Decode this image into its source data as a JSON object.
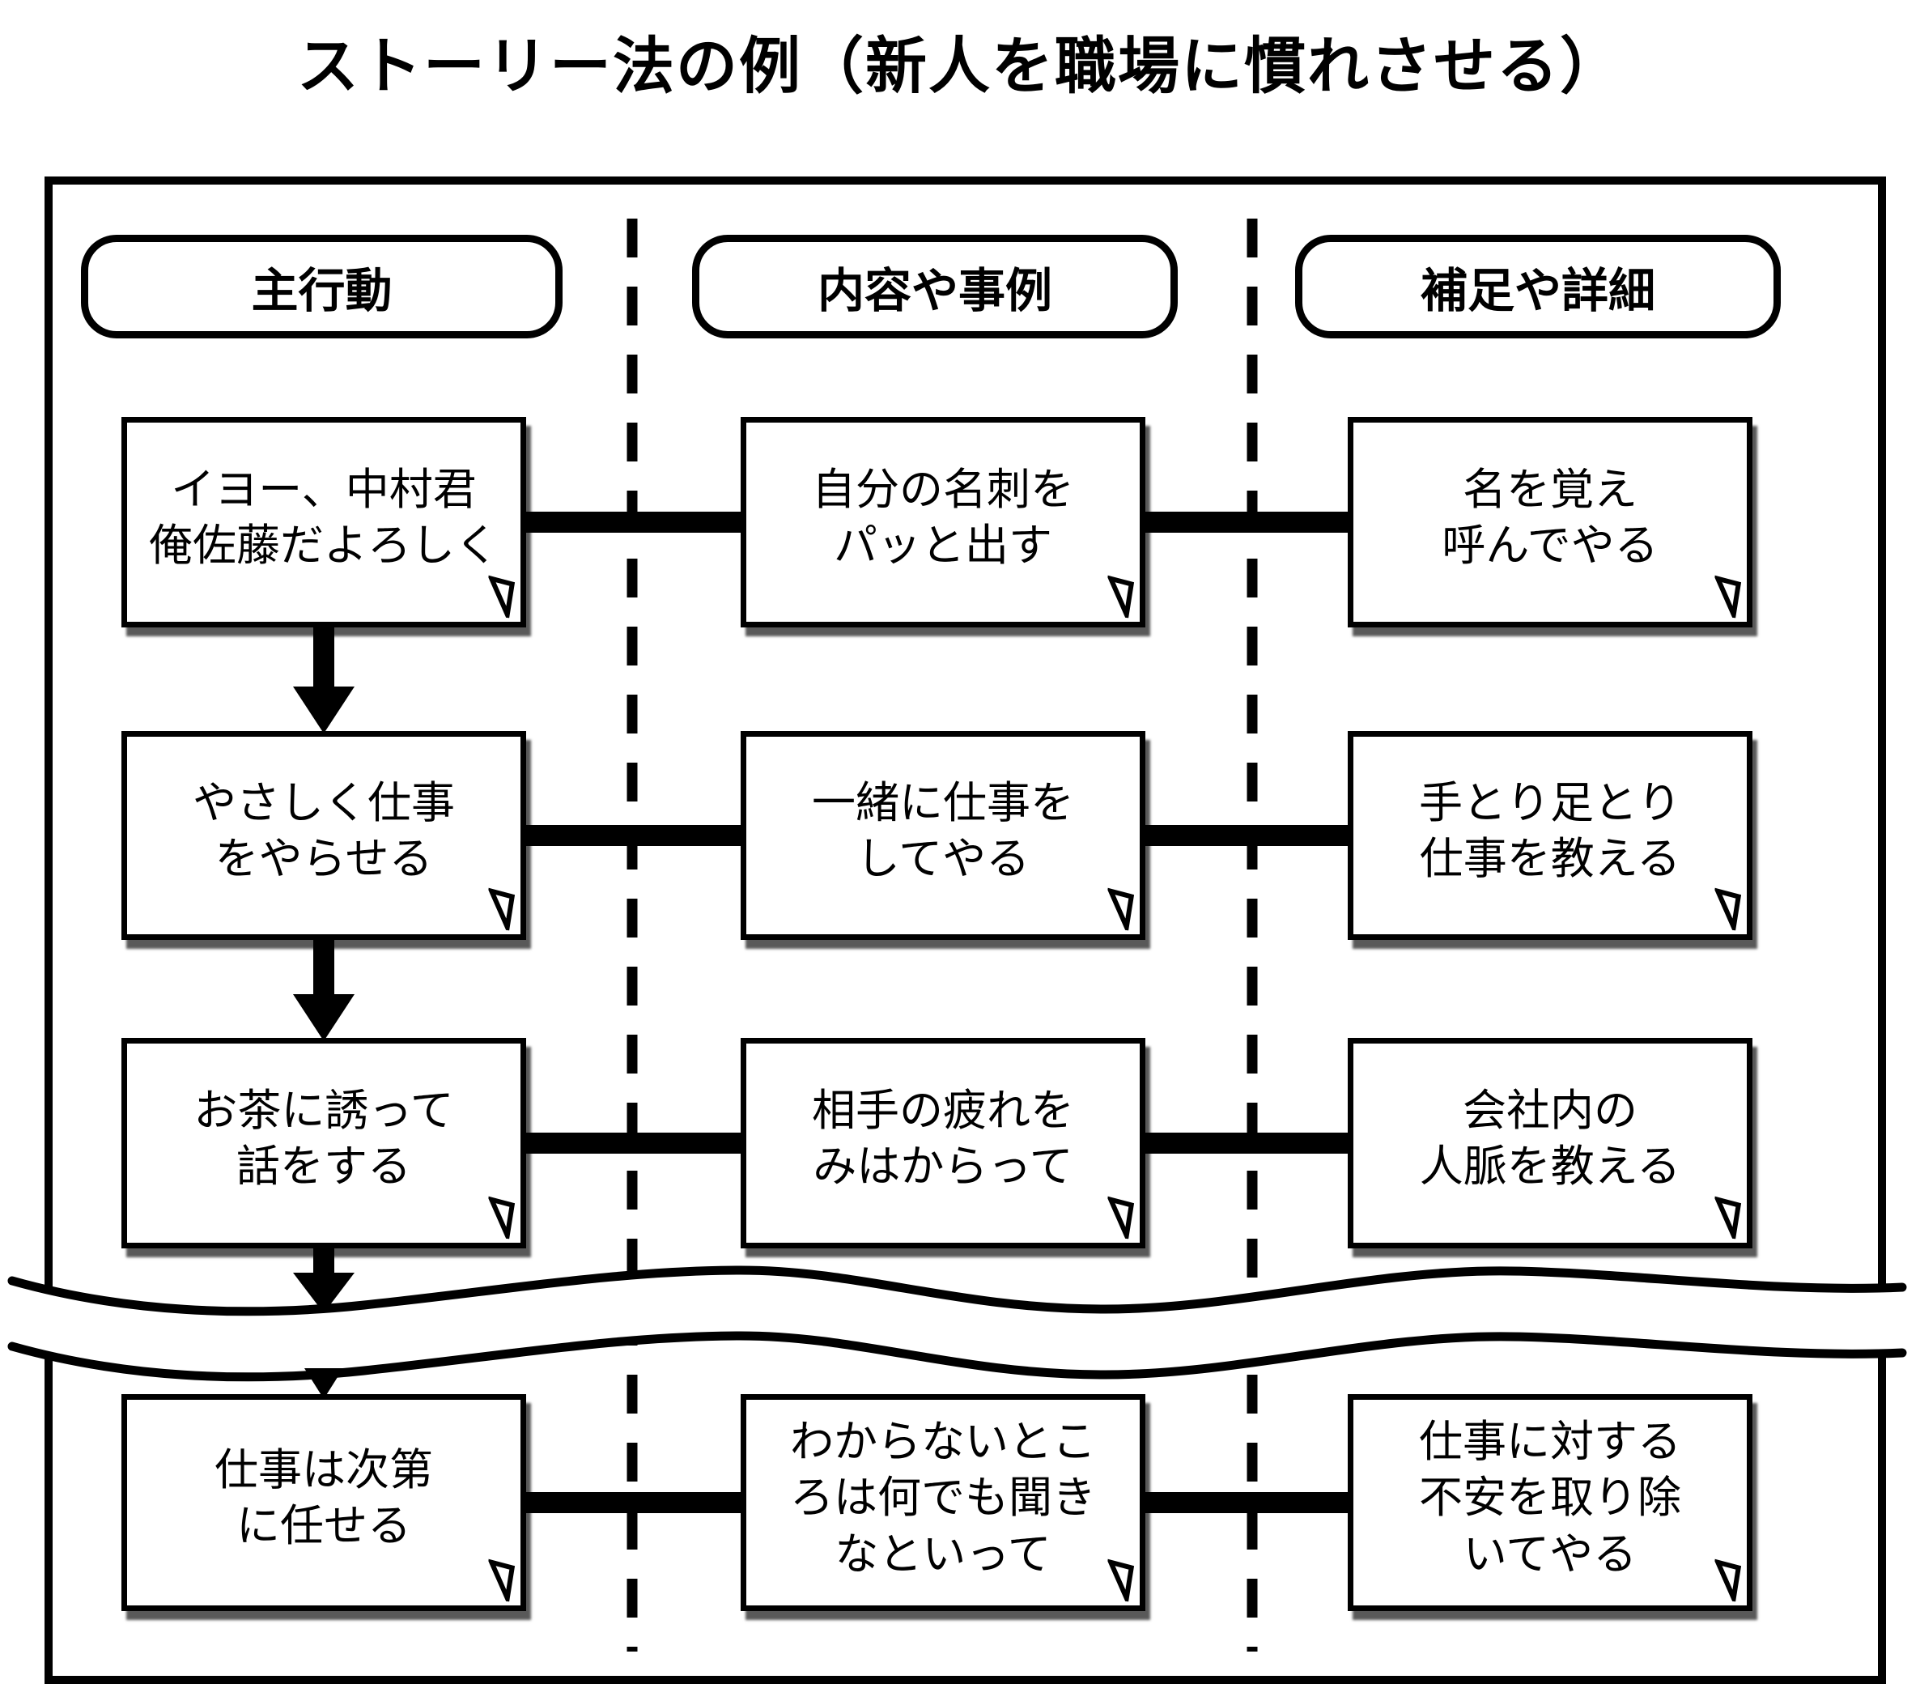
{
  "title": "ストーリー法の例（新人を職場に慣れさせる）",
  "colors": {
    "ink": "#000000",
    "paper": "#ffffff"
  },
  "icons": {
    "down_arrow": "▼",
    "page_curl": "◺"
  },
  "columns": [
    {
      "header": "主行動"
    },
    {
      "header": "内容や事例"
    },
    {
      "header": "補足や詳細"
    }
  ],
  "rows": [
    {
      "cells": [
        {
          "lines": [
            "イヨー、中村君",
            "俺佐藤だよろしく"
          ]
        },
        {
          "lines": [
            "自分の名刺を",
            "パッと出す"
          ]
        },
        {
          "lines": [
            "名を覚え",
            "呼んでやる"
          ]
        }
      ]
    },
    {
      "cells": [
        {
          "lines": [
            "やさしく仕事",
            "をやらせる"
          ]
        },
        {
          "lines": [
            "一緒に仕事を",
            "してやる"
          ]
        },
        {
          "lines": [
            "手とり足とり",
            "仕事を教える"
          ]
        }
      ]
    },
    {
      "cells": [
        {
          "lines": [
            "お茶に誘って",
            "話をする"
          ]
        },
        {
          "lines": [
            "相手の疲れを",
            "みはからって"
          ]
        },
        {
          "lines": [
            "会社内の",
            "人脈を教える"
          ]
        }
      ]
    },
    {
      "cells": [
        {
          "lines": [
            "仕事は次第",
            "に任せる"
          ]
        },
        {
          "lines": [
            "わからないとこ",
            "ろは何でも聞き",
            "なといって"
          ]
        },
        {
          "lines": [
            "仕事に対する",
            "不安を取り除",
            "いてやる"
          ]
        }
      ]
    }
  ]
}
